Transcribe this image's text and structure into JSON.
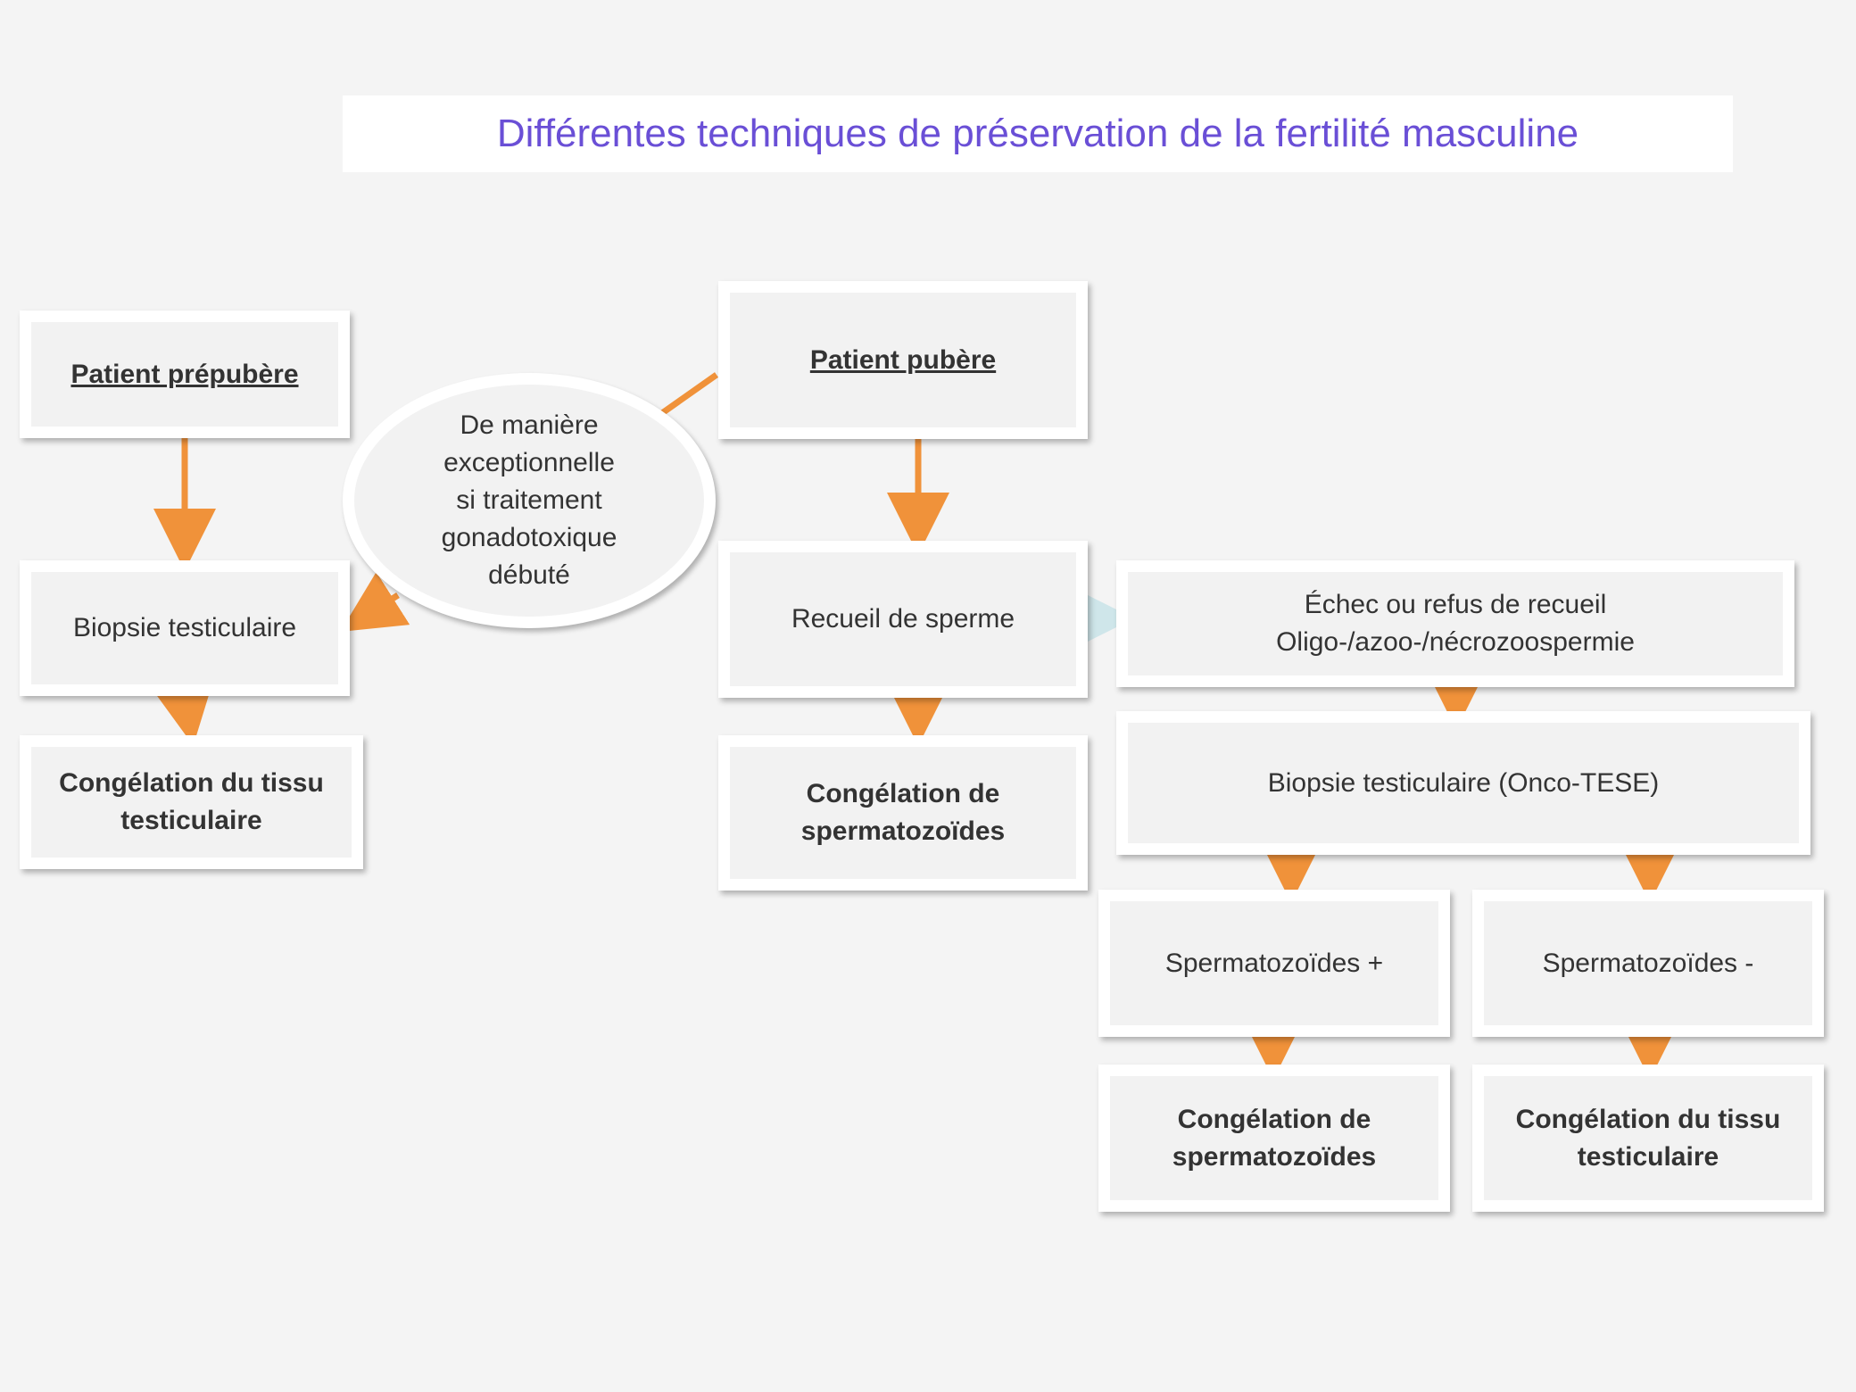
{
  "title": "Différentes techniques de préservation de la fertilité masculine",
  "colors": {
    "title": "#6a4fd6",
    "arrow": "#f0923a",
    "faint_arrow": "#cfe6ea",
    "box_fill": "#f2f2f2",
    "box_border": "#ffffff",
    "background": "#f4f4f4"
  },
  "nodes": {
    "prepubere": "Patient prépubère",
    "biopsie_left": "Biopsie testiculaire",
    "congelation_tissu_left": "Congélation du tissu\ntesticulaire",
    "exception": "De manière\nexceptionnelle\nsi traitement\ngonadotoxique\ndébuté",
    "pubere": "Patient pubère",
    "recueil": "Recueil de sperme",
    "congelation_sperm_mid": "Congélation de\nspermatozoïdes",
    "echec": "Échec ou refus de recueil\nOligo-/azoo-/nécrozoospermie",
    "biopsie_tese": "Biopsie testiculaire (Onco-TESE)",
    "sperm_plus": "Spermatozoïdes +",
    "sperm_minus": "Spermatozoïdes -",
    "congelation_sperm_right": "Congélation de\nspermatozoïdes",
    "congelation_tissu_right": "Congélation du tissu\ntesticulaire"
  }
}
